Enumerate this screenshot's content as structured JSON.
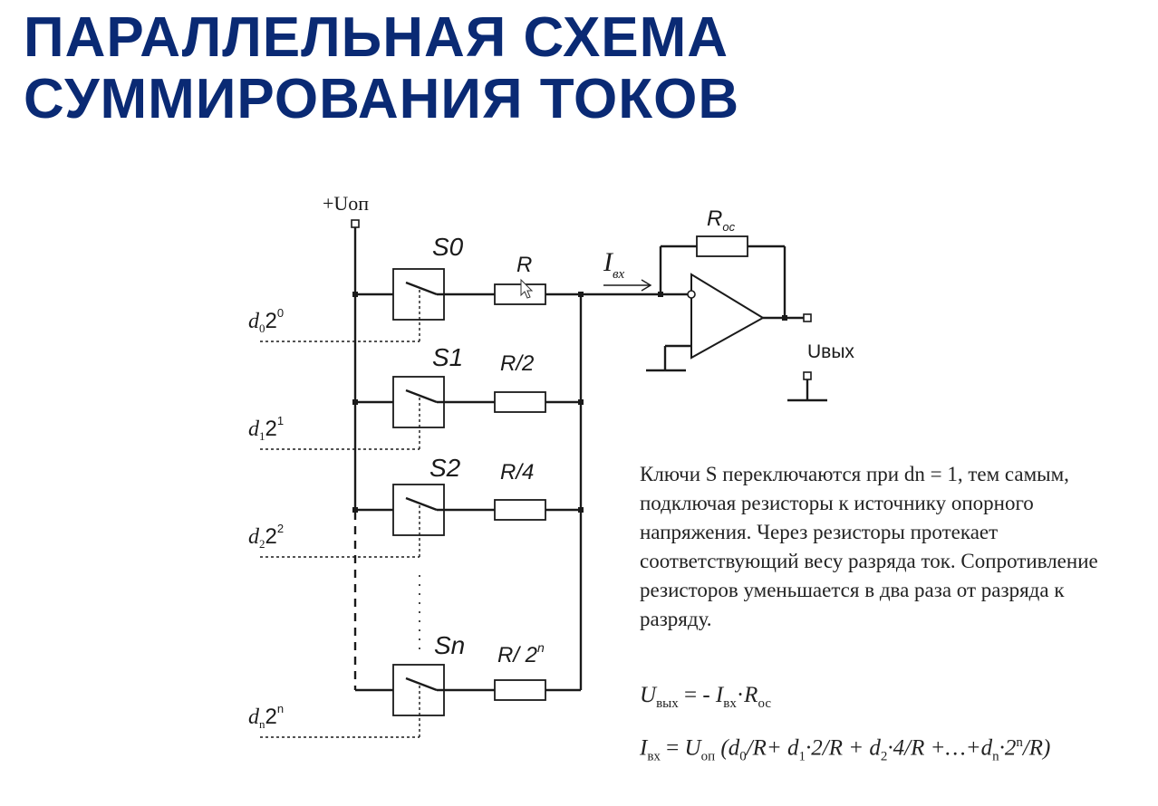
{
  "title": {
    "line1": "ПАРАЛЛЕЛЬНАЯ СХЕМА",
    "line2": "СУММИРОВАНИЯ ТОКОВ"
  },
  "circuit": {
    "supply_label": "+Uоп",
    "output_label": "Uвых",
    "input_current": {
      "sym": "I",
      "sub": "вх"
    },
    "feedback_resistor": {
      "sym": "R",
      "sub": "ос"
    },
    "stages": [
      {
        "switch": "S0",
        "resistor": "R",
        "bit": "d",
        "bit_sub": "0",
        "weight": "2",
        "exp": "0"
      },
      {
        "switch": "S1",
        "resistor": "R/2",
        "bit": "d",
        "bit_sub": "1",
        "weight": "2",
        "exp": "1"
      },
      {
        "switch": "S2",
        "resistor": "R/4",
        "bit": "d",
        "bit_sub": "2",
        "weight": "2",
        "exp": "2"
      },
      {
        "switch": "Sn",
        "resistor": "R/ 2",
        "resistor_exp": "n",
        "bit": "d",
        "bit_sub": "n",
        "weight": "2",
        "exp": "n"
      }
    ]
  },
  "description": "Ключи S переключаются при dn = 1, тем самым, подключая резисторы к источнику опорного напряжения. Через резисторы протекает соответствующий весу разряда ток. Сопротивление резисторов уменьшается в два раза от разряда к разряду.",
  "formula1": {
    "U": "U",
    "U_sub": "вых",
    "eq": " = - ",
    "I": "I",
    "I_sub": "вх",
    "dot": "·",
    "R": "R",
    "R_sub": "ос"
  },
  "formula2": {
    "I": "I",
    "I_sub": "вх",
    "eq": " = ",
    "U": "U",
    "U_sub": "оп",
    "t1": " (d",
    "t1_sub": "0",
    "t2": "/R+ d",
    "t2_sub": "1",
    "t3": "·2/R + d",
    "t3_sub": "2",
    "t4": "·4/R +…+d",
    "t4_sub": "n",
    "t5": "·2",
    "t5_exp": "n",
    "t6": "/R)"
  }
}
